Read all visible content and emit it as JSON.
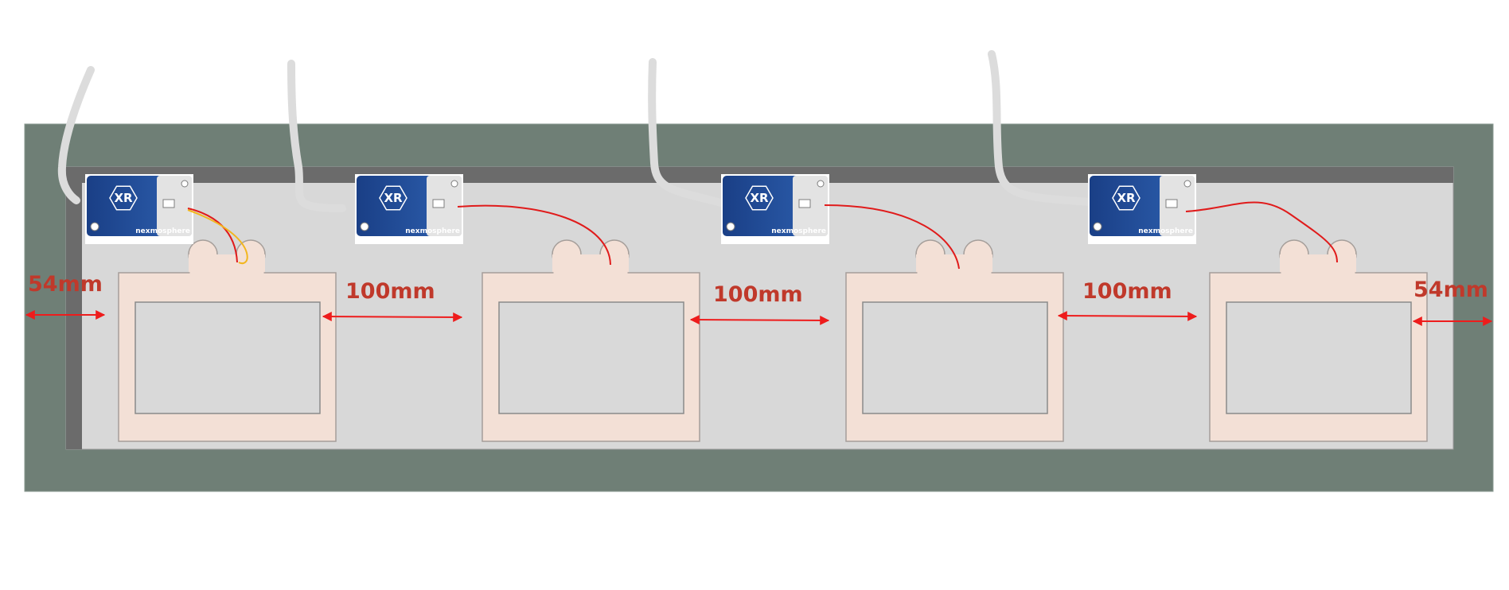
{
  "colors": {
    "frame_outer": "#6f7f76",
    "frame_inner": "#d8d8d8",
    "pad_fill": "#f3e0d6",
    "pad_window": "#d9d9d9",
    "arrow": "#ee1c1c",
    "dimension_text": "#c0392b",
    "cable": "#dcdcdc",
    "module_blue": "#1f4e96",
    "wire_red": "#e01b1b",
    "wire_yellow": "#f2b61e"
  },
  "modules": [
    {
      "logo": "XR",
      "brand": "nexmosphere",
      "has_yellow_wire": true
    },
    {
      "logo": "XR",
      "brand": "nexmosphere",
      "has_yellow_wire": false
    },
    {
      "logo": "XR",
      "brand": "nexmosphere",
      "has_yellow_wire": false
    },
    {
      "logo": "XR",
      "brand": "nexmosphere",
      "has_yellow_wire": false
    }
  ],
  "dimensions": {
    "left_margin": "54mm",
    "gap_1": "100mm",
    "gap_2": "100mm",
    "gap_3": "100mm",
    "right_margin": "54mm"
  },
  "icons": {
    "module_logo": "hexagon-xr-icon",
    "arrow": "double-headed-arrow-icon"
  }
}
